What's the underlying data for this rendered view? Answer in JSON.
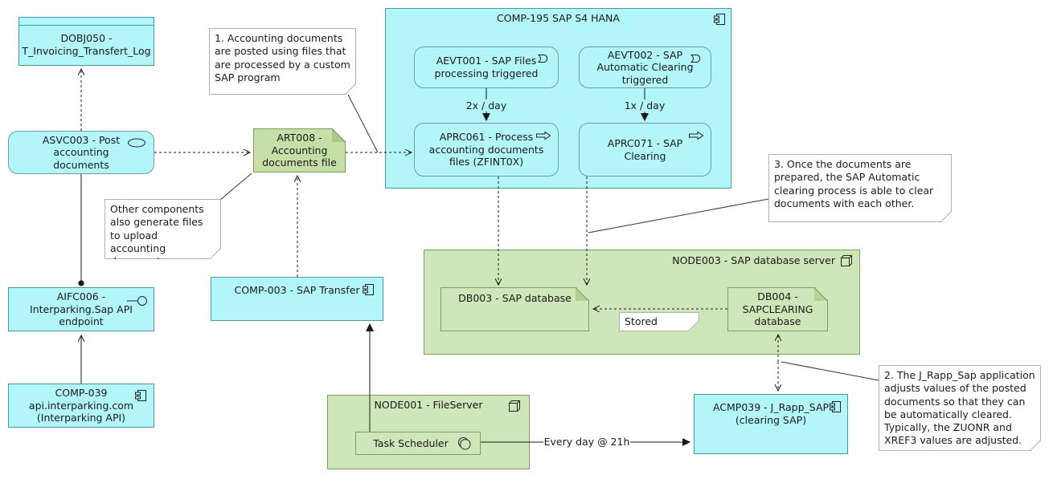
{
  "nodes": {
    "dobj050": {
      "label": "DOBJ050 -\nT_Invoicing_Transfert_Log"
    },
    "asvc003": {
      "label": "ASVC003 - Post\naccounting\ndocuments"
    },
    "aifc006": {
      "label": "AIFC006 -\nInterparking.Sap API\nendpoint"
    },
    "comp039": {
      "label": "COMP-039\napi.interparking.com\n(Interparking API)"
    },
    "comp003": {
      "label": "COMP-003 - SAP Transfer"
    },
    "art008": {
      "label": "ART008 -\nAccounting\ndocuments file"
    },
    "comp195": {
      "label": "COMP-195 SAP S4 HANA"
    },
    "aevt001": {
      "label": "AEVT001 - SAP Files\nprocessing triggered"
    },
    "aevt002": {
      "label": "AEVT002 - SAP\nAutomatic Clearing\ntriggered"
    },
    "aprc061": {
      "label": "APRC061 - Process\naccounting documents\nfiles (ZFINT0X)"
    },
    "aprc071": {
      "label": "APRC071 - SAP\nClearing"
    },
    "node003": {
      "label": "NODE003 - SAP database server"
    },
    "db003": {
      "label": "DB003 - SAP database"
    },
    "db004": {
      "label": "DB004 -\nSAPCLEARING\ndatabase"
    },
    "node001": {
      "label": "NODE001 - FileServer"
    },
    "task_scheduler": {
      "label": "Task Scheduler"
    },
    "acmp039": {
      "label": "ACMP039 - J_Rapp_SAP\n(clearing SAP)"
    }
  },
  "notes": {
    "note1": "1. Accounting documents are posted using files that are processed by a custom SAP program",
    "note_other": "Other components also generate files to upload accounting documents",
    "note3": "3. Once the documents are prepared, the SAP Automatic clearing process is able to clear documents with each other.",
    "note2": "2. The J_Rapp_Sap application adjusts values of the posted documents so that they can be automatically cleared. Typically, the ZUONR and XREF3 values are adjusted.",
    "stored": "Stored"
  },
  "edge_labels": {
    "aevt001_to_aprc061": "2x / day",
    "aevt002_to_aprc071": "1x / day",
    "task_scheduler_to_acmp039": "Every day @ 21h"
  },
  "colors": {
    "cyan_fill": "#b3f6f9",
    "cyan_border": "#4b97a1",
    "green_fill": "#cfe5ba",
    "green_border": "#7d9e63",
    "artifact_fill": "#c6dfa7",
    "note_fill": "#ffffff",
    "line": "#1a1a1a"
  }
}
